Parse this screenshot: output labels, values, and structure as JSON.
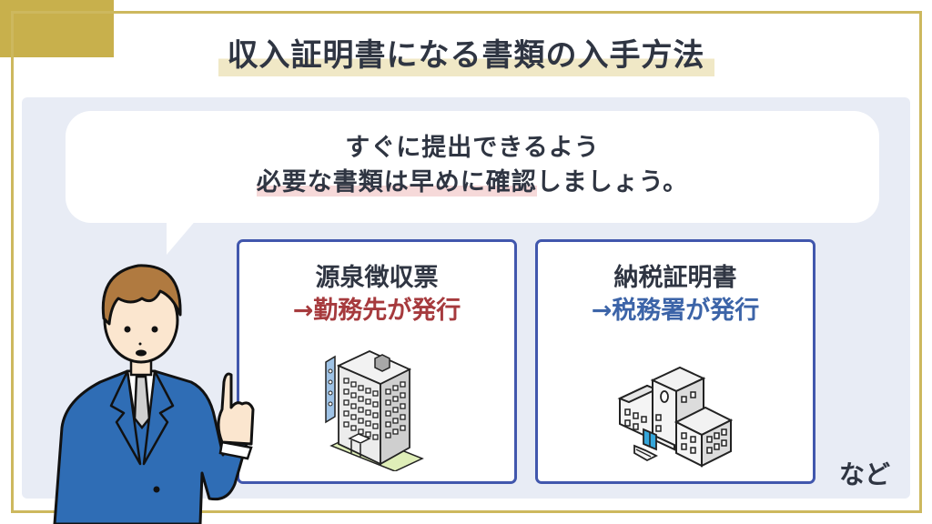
{
  "header": {
    "title": "収入証明書になる書類の入手方法"
  },
  "speech_bubble": {
    "line1": "すぐに提出できるよう",
    "line2_highlight": "必要な書類は早めに確認",
    "line2_rest": "しましょう。"
  },
  "cards": [
    {
      "title": "源泉徴収票",
      "issuer": "→勤務先が発行",
      "icon": "office-building-icon",
      "accent_color": "#a63a3d"
    },
    {
      "title": "納税証明書",
      "issuer": "→税務署が発行",
      "icon": "government-building-icon",
      "accent_color": "#3c64a8"
    }
  ],
  "footer_note": "など",
  "illustration": {
    "character": "businessman-pointing-icon"
  },
  "colors": {
    "gold": "#c8b04c",
    "panel_bg": "#e8ecf5",
    "card_border": "#4157ad",
    "title_highlight": "#f0e8c6",
    "pink_highlight": "#f6d9d9",
    "text": "#2f3542"
  }
}
